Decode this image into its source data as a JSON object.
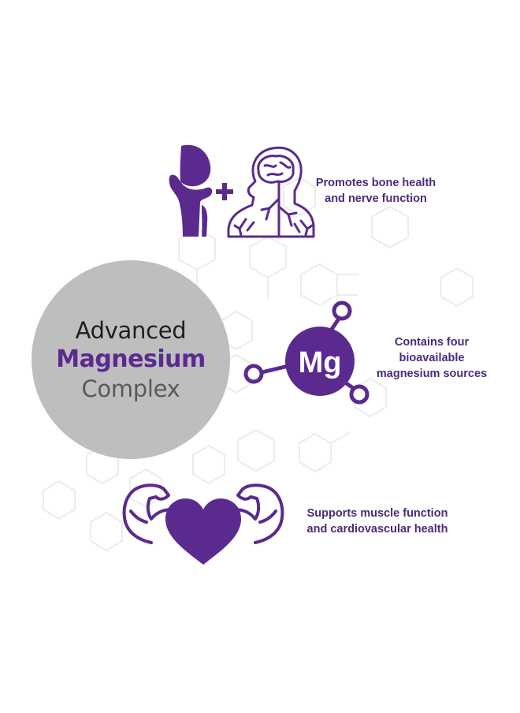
{
  "colors": {
    "purple": "#5b2a8e",
    "circle_gray": "#bebebf",
    "caption_purple": "#4b2a7a",
    "pattern_gray": "#ececec"
  },
  "center_circle": {
    "line1": "Advanced",
    "line2": "Magnesium",
    "line3": "Complex"
  },
  "benefits": [
    {
      "icon": "knee-joint-and-nervous-system-icon",
      "line1": "Promotes bone health",
      "line2": "and nerve function"
    },
    {
      "icon": "magnesium-molecule-icon",
      "symbol": "Mg",
      "line1": "Contains four",
      "line2": "bioavailable",
      "line3": "magnesium sources"
    },
    {
      "icon": "heart-with-flexed-arms-icon",
      "line1": "Supports muscle function",
      "line2": "and cardiovascular health"
    }
  ]
}
